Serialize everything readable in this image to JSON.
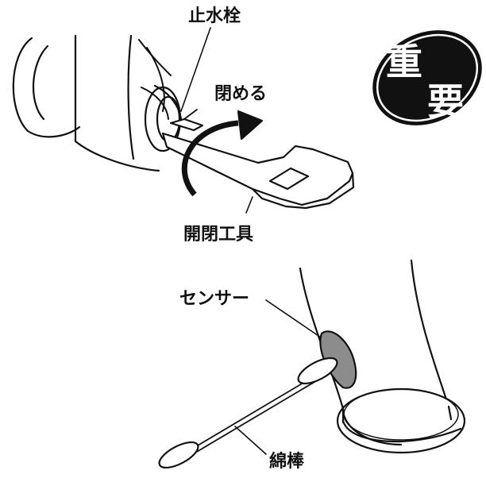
{
  "labels": {
    "stop_valve": "止水栓",
    "close": "閉める",
    "tool": "開閉工具",
    "sensor": "センサー",
    "swab": "綿棒"
  },
  "badge": {
    "char_top": "重",
    "char_bottom": "要",
    "fill_color": "#111111",
    "text_color": "#ffffff"
  },
  "colors": {
    "line": "#111111",
    "sensor_fill": "#8c8c8c",
    "background": "#ffffff"
  }
}
